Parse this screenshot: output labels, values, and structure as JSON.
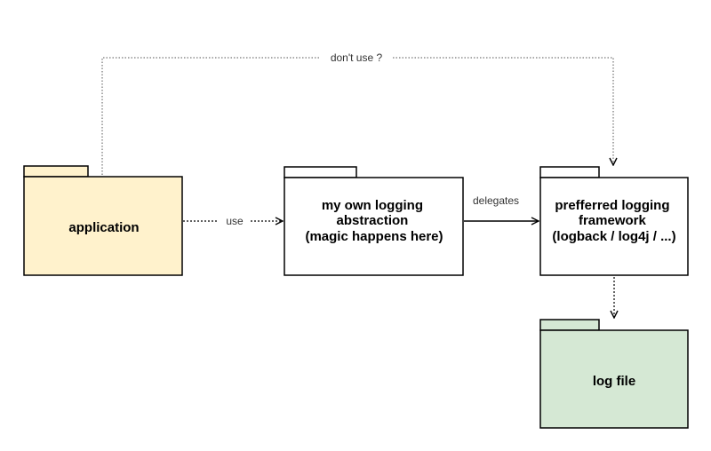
{
  "diagram": {
    "nodes": {
      "application": {
        "lines": [
          "application"
        ],
        "fill": "#fff2cc"
      },
      "abstraction": {
        "lines": [
          "my own logging",
          "abstraction",
          "(magic happens here)"
        ],
        "fill": "#ffffff"
      },
      "framework": {
        "lines": [
          "prefferred logging",
          "framework",
          "(logback / log4j / ...)"
        ],
        "fill": "#ffffff"
      },
      "logfile": {
        "lines": [
          "log file"
        ],
        "fill": "#d5e8d4"
      }
    },
    "edges": {
      "use": "use",
      "delegates": "delegates",
      "dont_use": "don't use ?"
    }
  }
}
